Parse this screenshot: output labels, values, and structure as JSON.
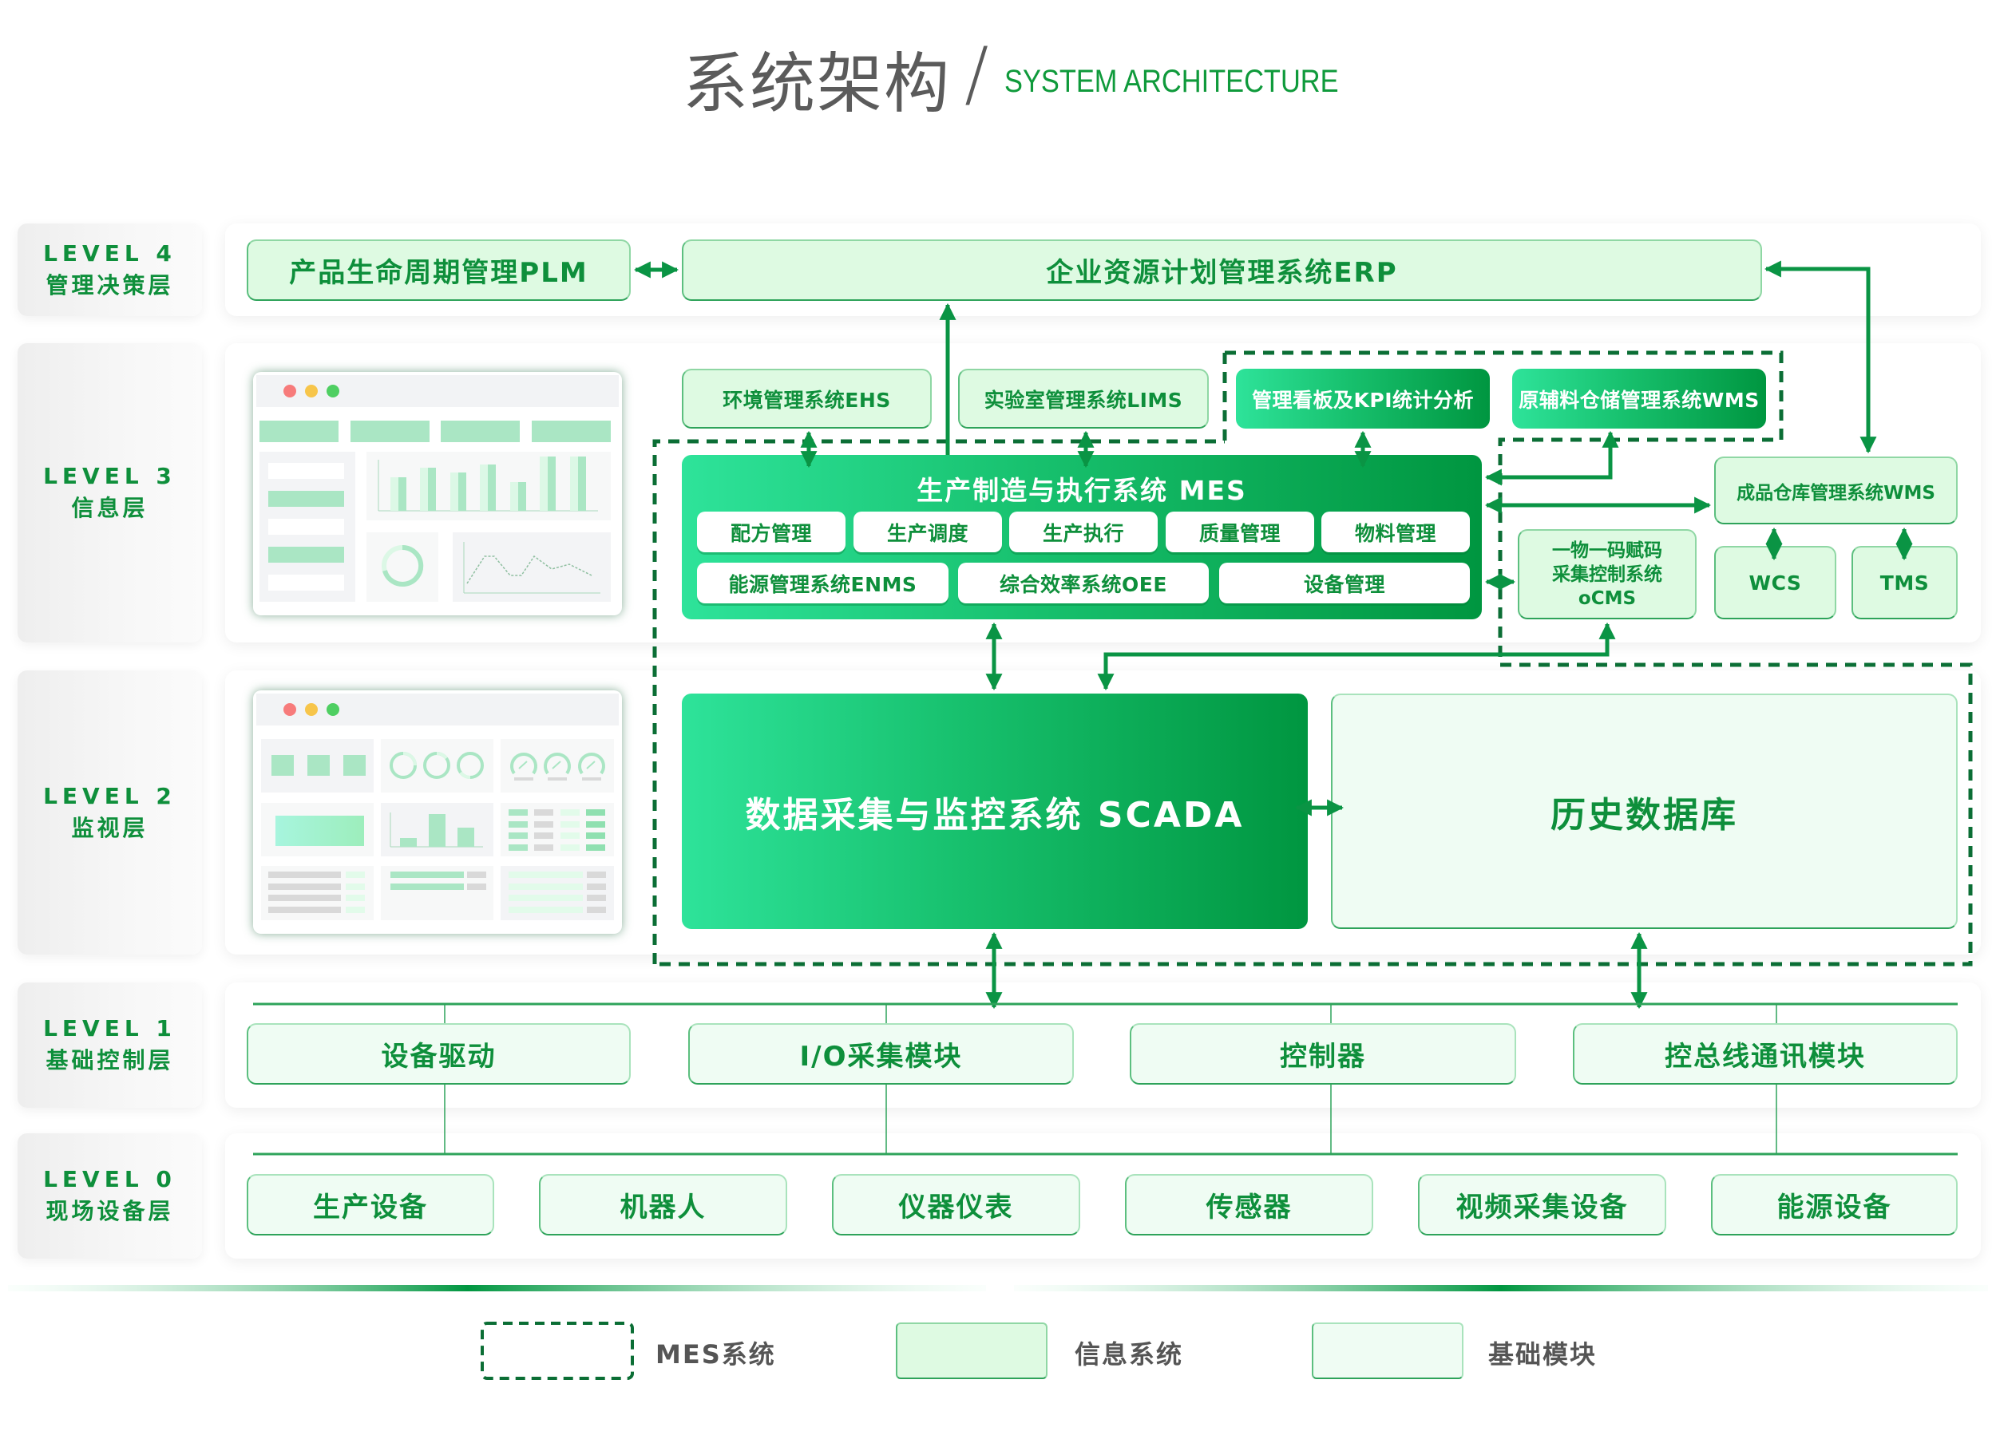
{
  "header": {
    "title_cn": "系统架构",
    "separator": "/",
    "title_en": "SYSTEM ARCHITECTURE"
  },
  "levels": [
    {
      "en": "LEVEL 4",
      "cn": "管理决策层"
    },
    {
      "en": "LEVEL 3",
      "cn": "信息层"
    },
    {
      "en": "LEVEL 2",
      "cn": "监视层"
    },
    {
      "en": "LEVEL 1",
      "cn": "基础控制层"
    },
    {
      "en": "LEVEL 0",
      "cn": "现场设备层"
    }
  ],
  "level4": {
    "plm": "产品生命周期管理PLM",
    "erp": "企业资源计划管理系统ERP"
  },
  "level3": {
    "ehs": "环境管理系统EHS",
    "lims": "实验室管理系统LIMS",
    "kpi": "管理看板及KPI统计分析",
    "raw_wms": "原辅料仓储管理系统WMS",
    "mes": {
      "title": "生产制造与执行系统 MES",
      "modules_row1": [
        "配方管理",
        "生产调度",
        "生产执行",
        "质量管理",
        "物料管理"
      ],
      "modules_row2": [
        "能源管理系统ENMS",
        "综合效率系统OEE",
        "设备管理"
      ]
    },
    "ocms": [
      "一物一码赋码",
      "采集控制系统",
      "oCMS"
    ],
    "finished_wms": "成品仓库管理系统WMS",
    "wcs": "WCS",
    "tms": "TMS"
  },
  "level2": {
    "scada": "数据采集与监控系统 SCADA",
    "history_db": "历史数据库"
  },
  "level1": {
    "items": [
      "设备驱动",
      "I/O采集模块",
      "控制器",
      "控总线通讯模块"
    ]
  },
  "level0": {
    "items": [
      "生产设备",
      "机器人",
      "仪器仪表",
      "传感器",
      "视频采集设备",
      "能源设备"
    ]
  },
  "legend": [
    {
      "label": "MES系统",
      "style": "dashed"
    },
    {
      "label": "信息系统",
      "style": "info"
    },
    {
      "label": "基础模块",
      "style": "base"
    }
  ],
  "colors": {
    "accent": "#0e8f3b",
    "arrow": "#0a9444",
    "dashed": "#0b6e35",
    "info_fill": "#defae2",
    "base_fill": "#effcf3",
    "gradient_start": "#2ee39a",
    "gradient_end": "#009640"
  }
}
